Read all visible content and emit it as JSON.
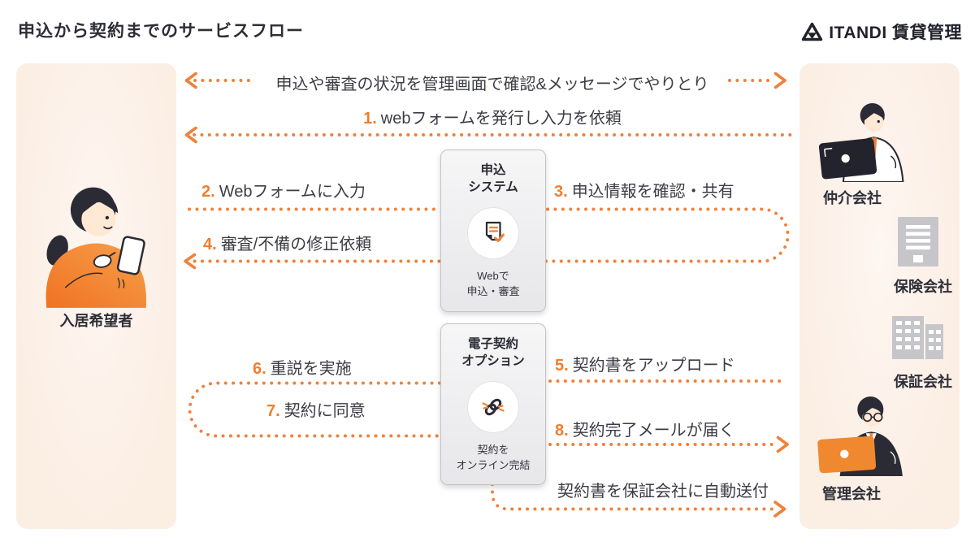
{
  "header": {
    "title": "申込から契約までのサービスフロー",
    "brand": "ITANDI 賃貸管理"
  },
  "actors": {
    "applicant": {
      "label": "入居希望者"
    },
    "broker": {
      "label": "仲介会社"
    },
    "insurance": {
      "label": "保険会社"
    },
    "guarantee": {
      "label": "保証会社"
    },
    "management": {
      "label": "管理会社"
    }
  },
  "boxes": {
    "application": {
      "title1": "申込",
      "title2": "システム",
      "caption1": "Webで",
      "caption2": "申込・審査",
      "icon": "document-check-icon"
    },
    "econtract": {
      "title1": "電子契約",
      "title2": "オプション",
      "caption1": "契約を",
      "caption2": "オンライン完結",
      "icon": "link-icon"
    }
  },
  "flows": {
    "status_sync": {
      "label": "申込や審査の状況を管理画面で確認&メッセージでやりとり"
    },
    "step1": {
      "num": "1.",
      "label": "webフォームを発行し入力を依頼"
    },
    "step2": {
      "num": "2.",
      "label": "Webフォームに入力"
    },
    "step3": {
      "num": "3.",
      "label": "申込情報を確認・共有"
    },
    "step4": {
      "num": "4.",
      "label": "審査/不備の修正依頼"
    },
    "step5": {
      "num": "5.",
      "label": "契約書をアップロード"
    },
    "step6": {
      "num": "6.",
      "label": "重説を実施"
    },
    "step7": {
      "num": "7.",
      "label": "契約に同意"
    },
    "step8": {
      "num": "8.",
      "label": "契約完了メールが届く"
    },
    "auto_send": {
      "label": "契約書を保証会社に自動送付"
    }
  },
  "colors": {
    "accent_orange": "#F0813A",
    "number_orange": "#EF7E2E",
    "text_dark": "#3C3C46",
    "panel_peach": "#FBEEE4",
    "box_gray": "#EDEDEF",
    "building_gray": "#C6C6CA",
    "illustration_dark": "#2B2B35"
  }
}
